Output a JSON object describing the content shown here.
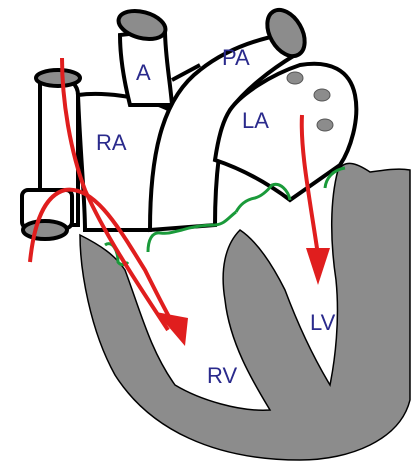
{
  "labels": {
    "aorta": "A",
    "pulmonary_artery": "PA",
    "right_atrium": "RA",
    "left_atrium": "LA",
    "right_ventricle": "RV",
    "left_ventricle": "LV"
  },
  "colors": {
    "muscle": "#8c8c8c",
    "vessel_opening": "#8c8c8c",
    "outline": "#000000",
    "valve": "#1a9a3a",
    "blood_flow": "#e01e1e",
    "label": "#2a2a8c",
    "background": "#ffffff"
  }
}
